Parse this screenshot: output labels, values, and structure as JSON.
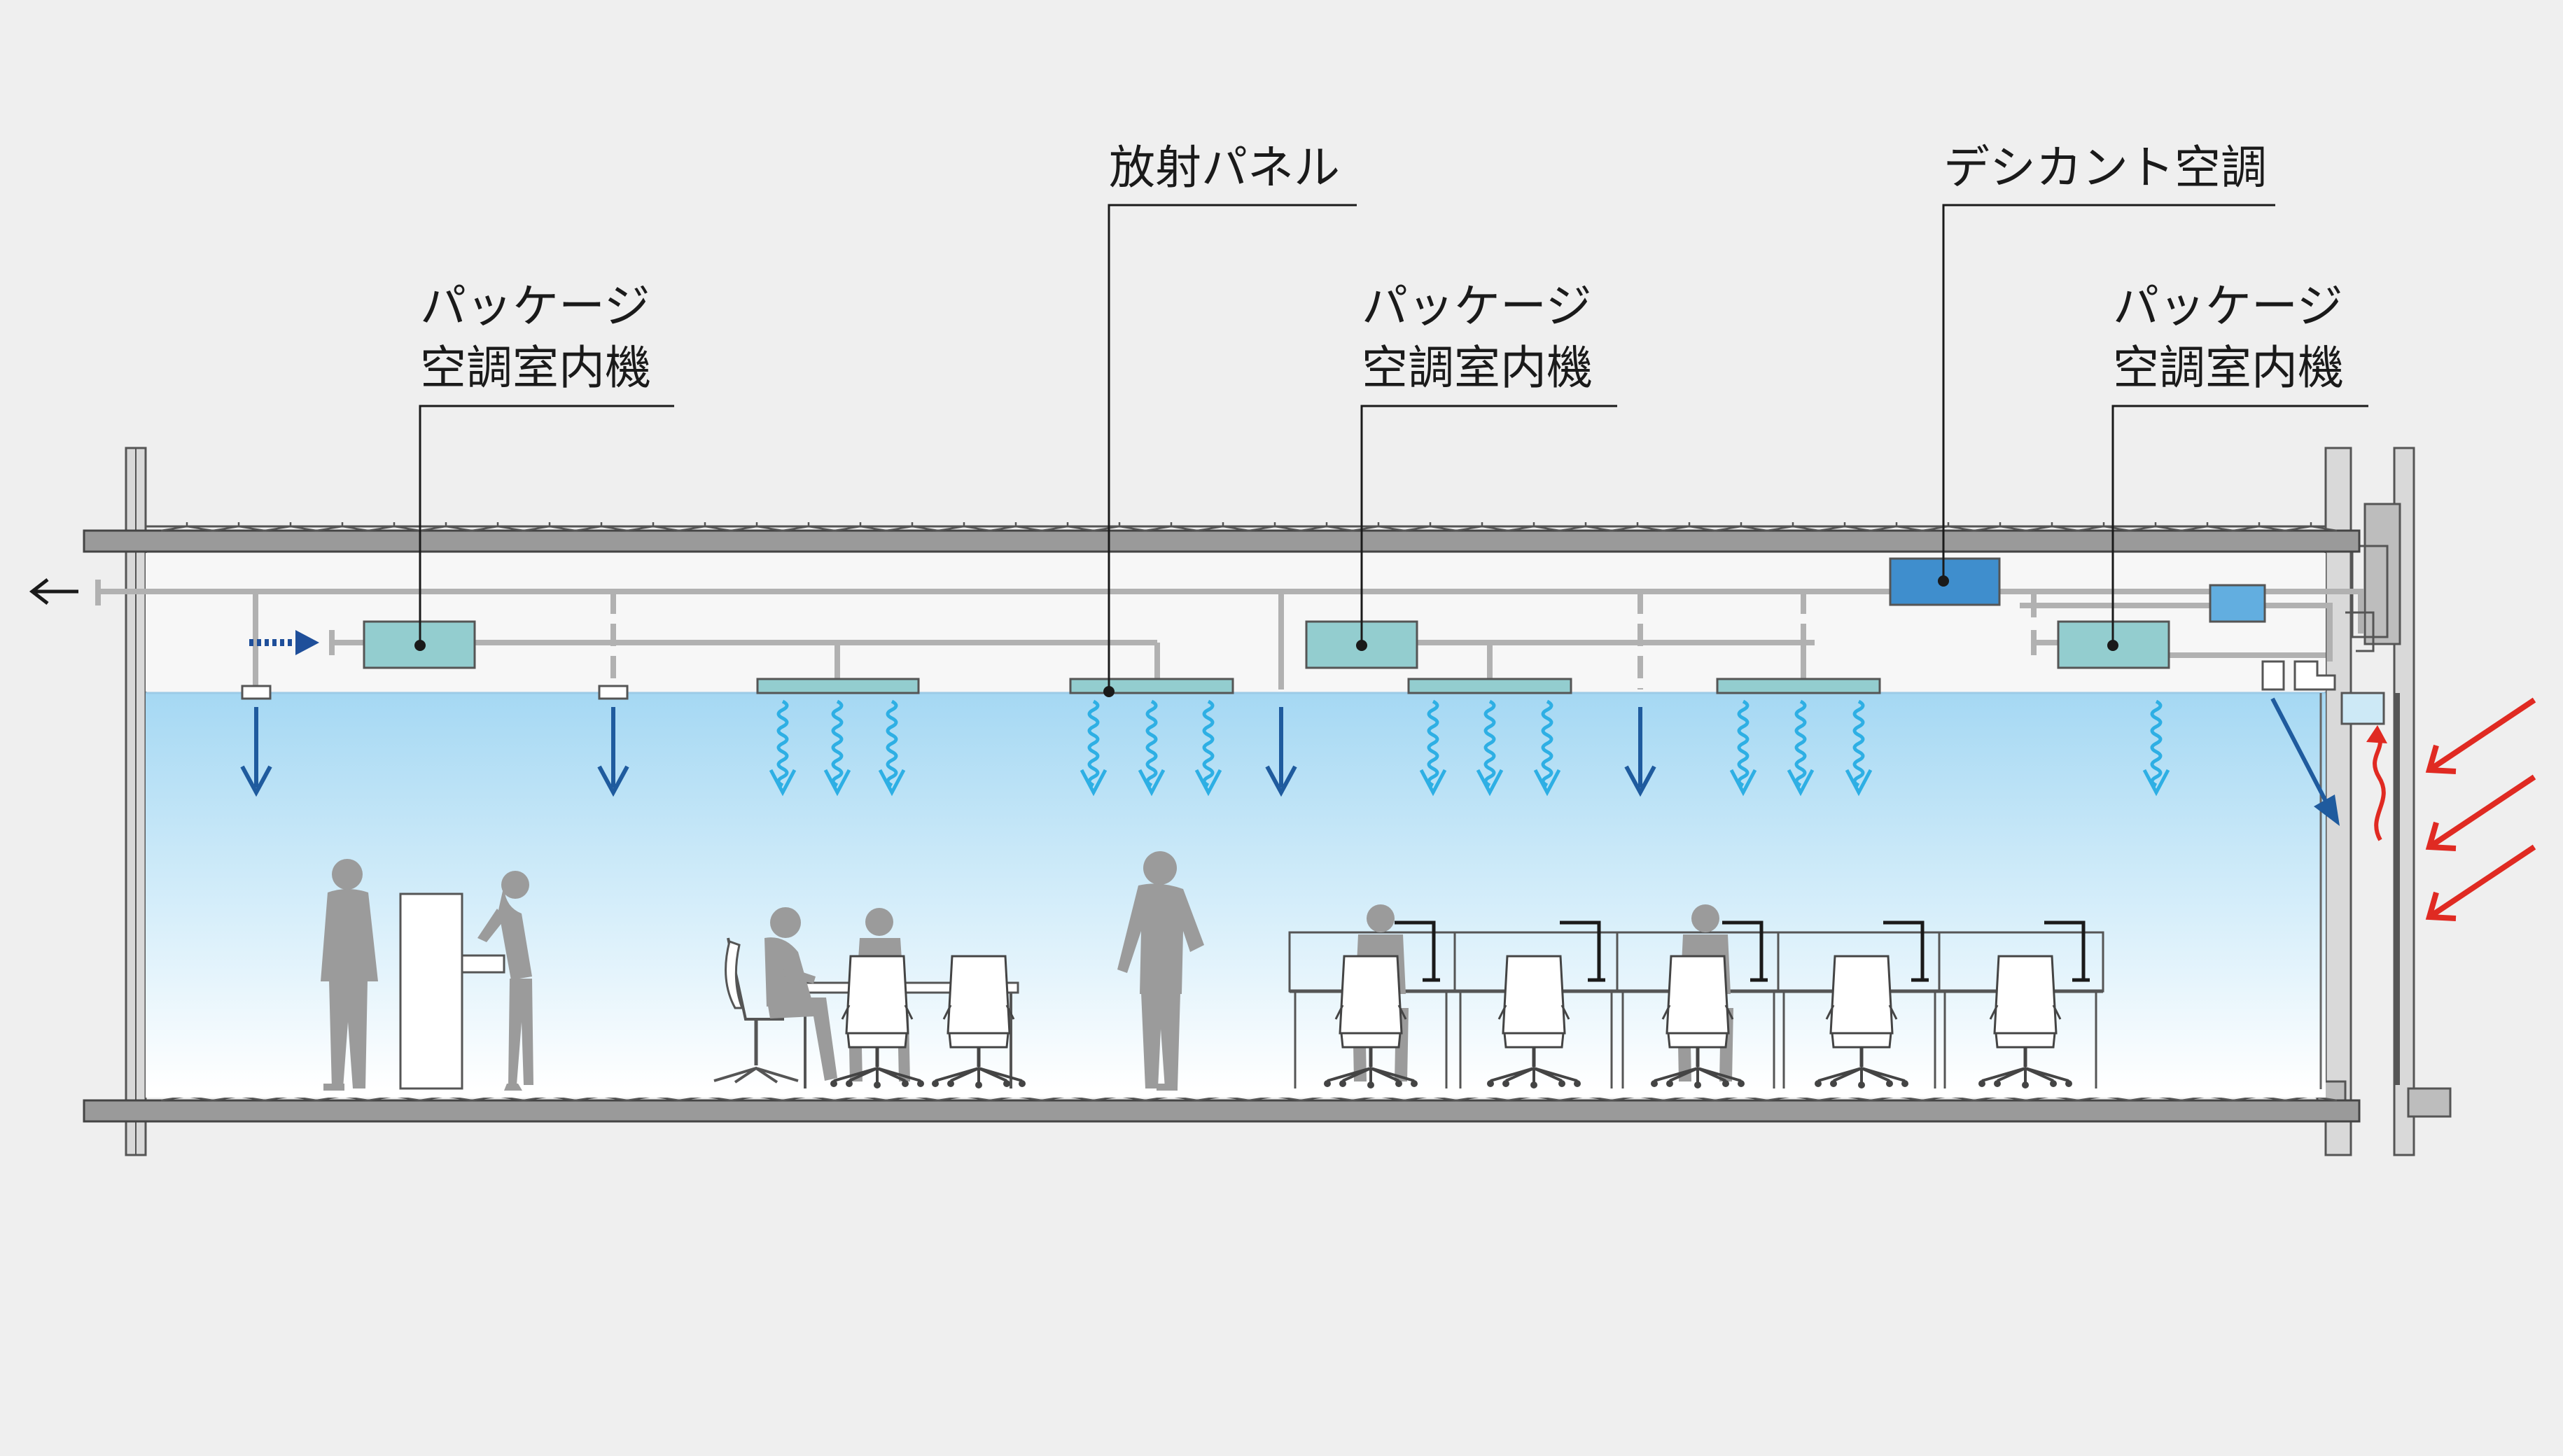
{
  "labels": {
    "package_unit_1": {
      "line1": "パッケージ",
      "line2": "空調室内機"
    },
    "radiant_panel": "放射パネル",
    "package_unit_2": {
      "line1": "パッケージ",
      "line2": "空調室内機"
    },
    "desiccant_ac": "デシカント空調",
    "package_unit_3": {
      "line1": "パッケージ",
      "line2": "空調室内機"
    }
  },
  "colors": {
    "background": "#efefef",
    "slab": "#9a9a9a",
    "ceiling_void": "#f7f7f7",
    "room_top": "#a5d8f3",
    "room_bottom": "#ffffff",
    "duct": "#b1b1b1",
    "unit_fill": "#93cdcf",
    "desiccant_fill": "#3f8ecd",
    "supply_arrow": "#1f5b9e",
    "radiant_wave": "#2eafe4",
    "solar_arrow": "#e02a22",
    "person": "#9b9b9b",
    "leader_line": "#1a1a1a"
  },
  "icons": {
    "exhaust": "arrow-left-icon",
    "fresh_air": "arrow-right-icon",
    "supply": "arrow-down-icon",
    "radiant": "wavy-arrow-icon",
    "solar": "diagonal-arrow-icon"
  }
}
